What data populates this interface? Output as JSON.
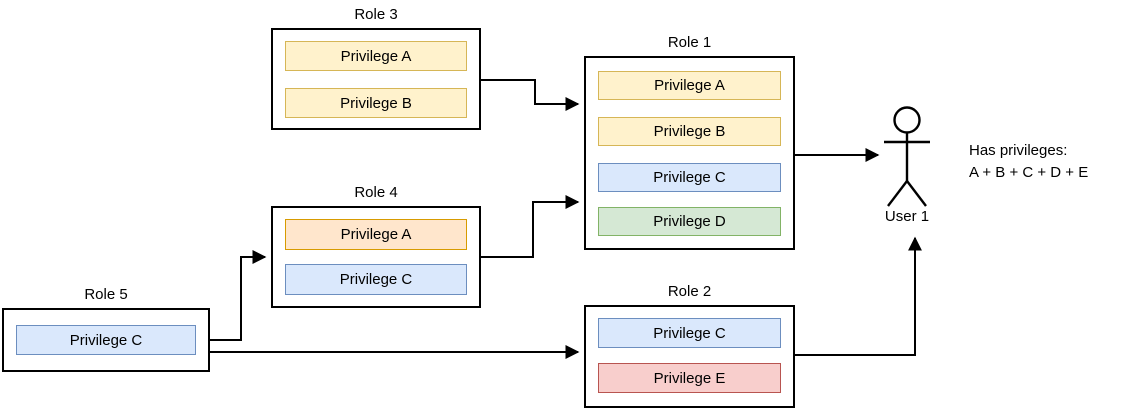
{
  "diagram": {
    "title_absent": true,
    "roles": [
      {
        "id": "role3",
        "label": "Role 3",
        "privileges": [
          {
            "label": "Privilege A",
            "color": "yellow",
            "fill": "#fff2cc",
            "stroke": "#d6b656"
          },
          {
            "label": "Privilege B",
            "color": "yellow",
            "fill": "#fff2cc",
            "stroke": "#d6b656"
          }
        ]
      },
      {
        "id": "role4",
        "label": "Role 4",
        "privileges": [
          {
            "label": "Privilege A",
            "color": "orange",
            "fill": "#ffe6cc",
            "stroke": "#d79b00"
          },
          {
            "label": "Privilege C",
            "color": "blue",
            "fill": "#dae8fc",
            "stroke": "#6c8ebf"
          }
        ]
      },
      {
        "id": "role5",
        "label": "Role 5",
        "privileges": [
          {
            "label": "Privilege C",
            "color": "blue",
            "fill": "#dae8fc",
            "stroke": "#6c8ebf"
          }
        ]
      },
      {
        "id": "role1",
        "label": "Role 1",
        "privileges": [
          {
            "label": "Privilege A",
            "color": "yellow",
            "fill": "#fff2cc",
            "stroke": "#d6b656"
          },
          {
            "label": "Privilege B",
            "color": "yellow",
            "fill": "#fff2cc",
            "stroke": "#d6b656"
          },
          {
            "label": "Privilege C",
            "color": "blue",
            "fill": "#dae8fc",
            "stroke": "#6c8ebf"
          },
          {
            "label": "Privilege D",
            "color": "green",
            "fill": "#d5e8d4",
            "stroke": "#82b366"
          }
        ]
      },
      {
        "id": "role2",
        "label": "Role 2",
        "privileges": [
          {
            "label": "Privilege C",
            "color": "blue",
            "fill": "#dae8fc",
            "stroke": "#6c8ebf"
          },
          {
            "label": "Privilege E",
            "color": "red",
            "fill": "#f8cecc",
            "stroke": "#b85450"
          }
        ]
      }
    ],
    "actor": {
      "label": "User 1",
      "icon": "stick-figure-person"
    },
    "annotation": {
      "line1": "Has privileges:",
      "line2": "A + B + C + D + E"
    },
    "edges": [
      {
        "from": "Role 3",
        "to": "Role 1"
      },
      {
        "from": "Role 4",
        "to": "Role 1"
      },
      {
        "from": "Role 5",
        "to": "Role 4"
      },
      {
        "from": "Role 5",
        "to": "Role 2"
      },
      {
        "from": "Role 1",
        "to": "User 1"
      },
      {
        "from": "Role 2",
        "to": "User 1"
      }
    ]
  }
}
